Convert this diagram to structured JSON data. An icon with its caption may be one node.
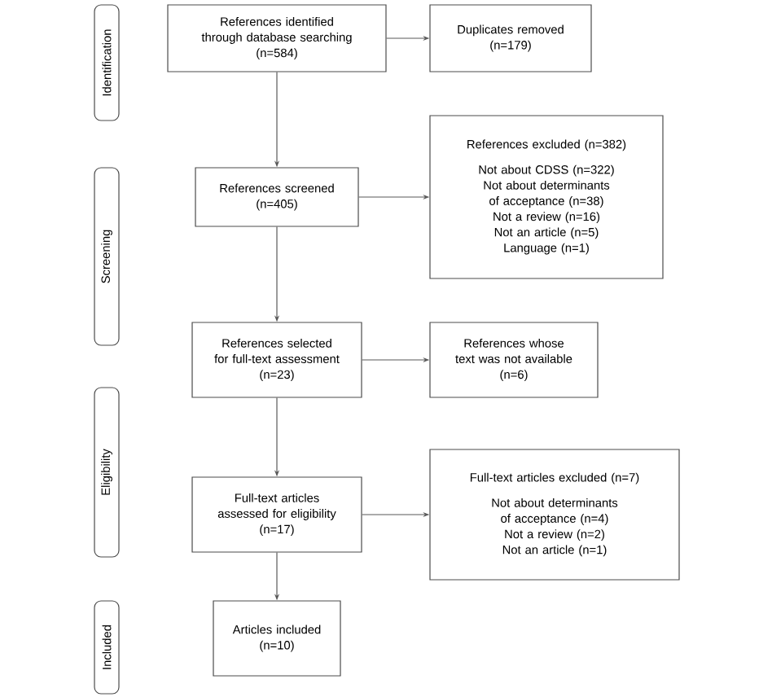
{
  "diagram": {
    "nodes": [
      {
        "text": [
          "Identification"
        ]
      },
      {
        "text": [
          "Screening"
        ]
      },
      {
        "text": [
          "Eligibility"
        ]
      },
      {
        "text": [
          "Included"
        ]
      },
      {
        "text": [
          "References identified through database searching",
          "(n=584)"
        ]
      },
      {
        "text": [
          "Duplicates removed",
          "(n=179)"
        ]
      },
      {
        "text": [
          "References screened",
          "(n=405)"
        ]
      },
      {
        "text": [
          "References excluded (n=382)",
          "Not about CDSS (n=322)",
          "Not about determinants of acceptance (n=38)",
          "Not a review (n=16)",
          "Not an article (n=5)",
          "Language (n=1)"
        ]
      },
      {
        "text": [
          "References selected for full-text assessment",
          "(n=23)"
        ]
      },
      {
        "text": [
          "References whose text was not available",
          "(n=6)"
        ]
      },
      {
        "text": [
          "Full-text articles assessed for eligibility",
          "(n=17)"
        ]
      },
      {
        "text": [
          "Full-text articles excluded (n=7)",
          "Not about determinants of acceptance (n=4)",
          "Not a review (n=2)",
          "Not an article (n=1)"
        ]
      },
      {
        "text": [
          "Articles included",
          "(n=10)"
        ]
      }
    ],
    "edges": [
      {
        "from": 4,
        "to": 5,
        "arrow": "to"
      },
      {
        "from": 4,
        "to": 6,
        "arrow": "to"
      },
      {
        "from": 6,
        "to": 7,
        "arrow": "to"
      },
      {
        "from": 6,
        "to": 8,
        "arrow": "to"
      },
      {
        "from": 8,
        "to": 9,
        "arrow": "to"
      },
      {
        "from": 8,
        "to": 10,
        "arrow": "to"
      },
      {
        "from": 10,
        "to": 11,
        "arrow": "to"
      },
      {
        "from": 10,
        "to": 12,
        "arrow": "to"
      }
    ]
  }
}
